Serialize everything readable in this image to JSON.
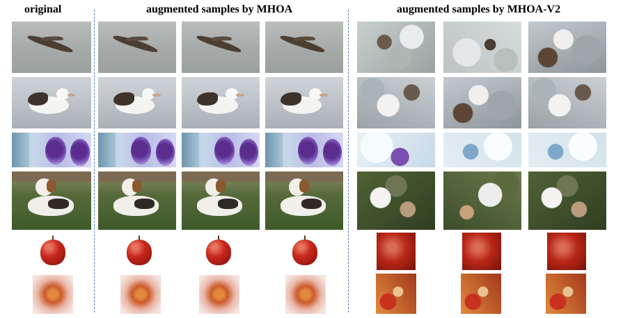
{
  "headers": {
    "original": "original",
    "mhoa": "augmented samples by MHOA",
    "mhoa_v2": "augmented samples by MHOA-V2"
  },
  "colors": {
    "divider": "#4a78c4"
  },
  "rows": [
    "flying bird",
    "floating bird",
    "microscopy cells",
    "beagle dog",
    "red apple",
    "food close-up"
  ],
  "columns": {
    "original": 1,
    "mhoa": 3,
    "mhoa_v2": 3
  }
}
